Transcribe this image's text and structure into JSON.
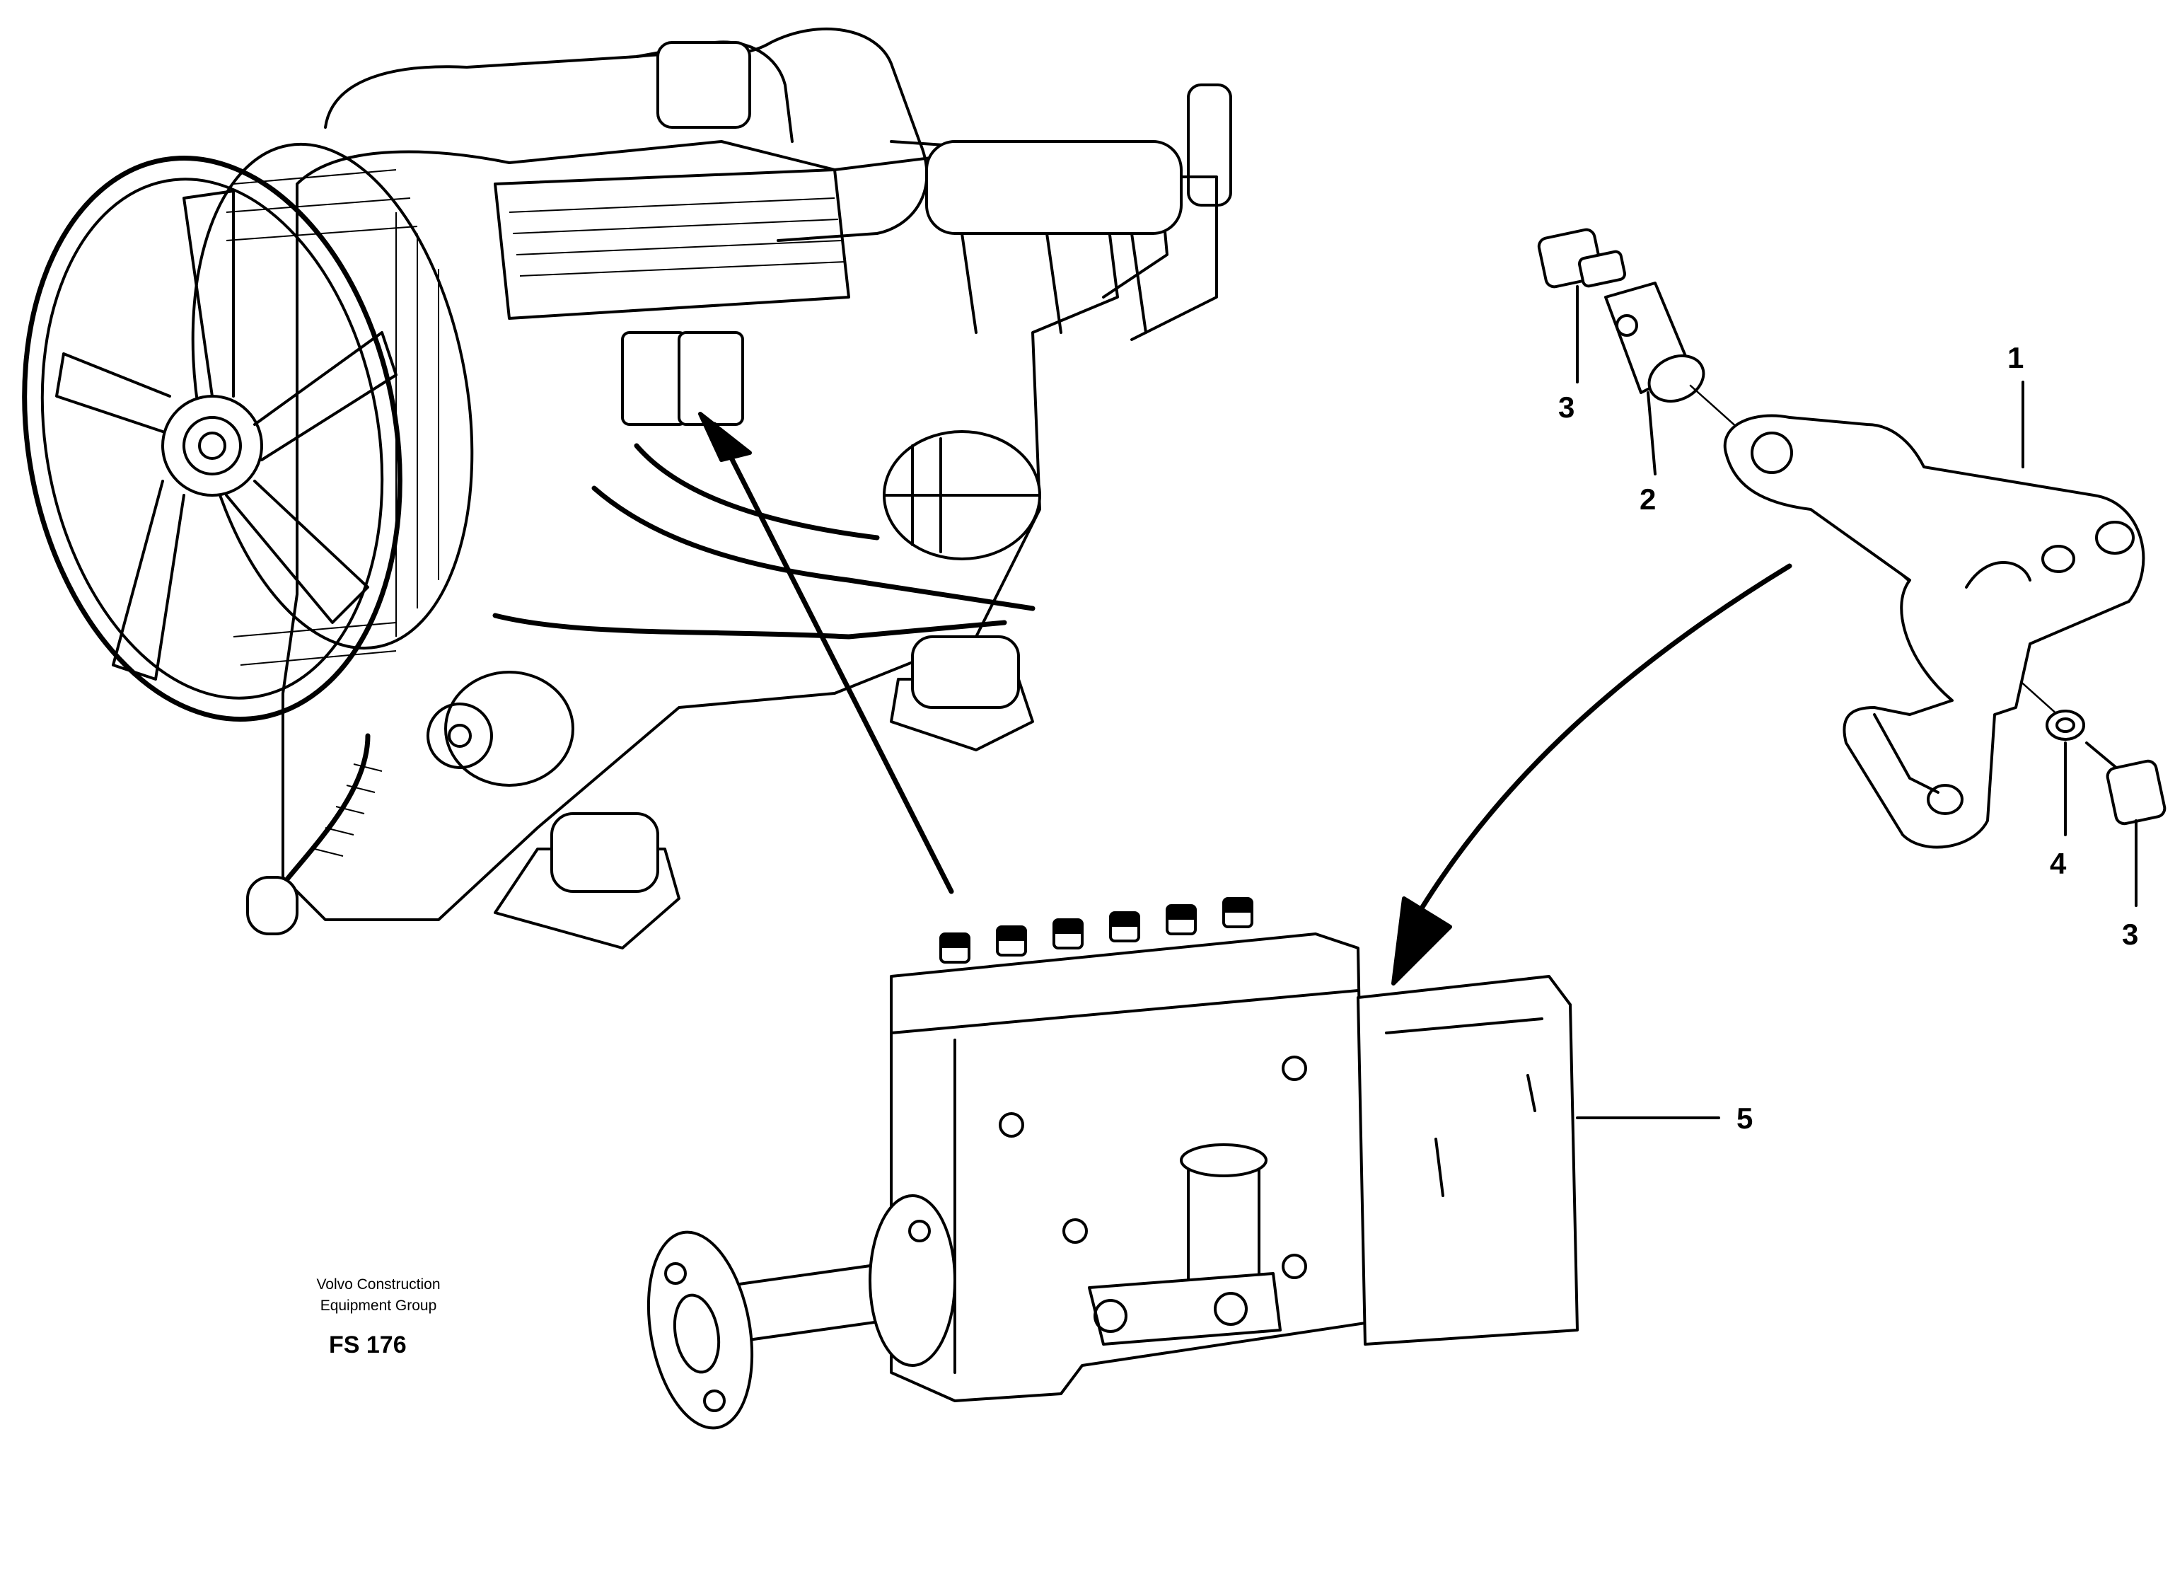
{
  "diagram": {
    "part_callouts": [
      "1",
      "2",
      "3",
      "3",
      "4",
      "5"
    ],
    "footer": {
      "publisher_line1": "Volvo Construction",
      "publisher_line2": "Equipment Group",
      "figure_code": "FS 176"
    }
  },
  "colors": {
    "ink": "#000000",
    "paper": "#ffffff"
  }
}
